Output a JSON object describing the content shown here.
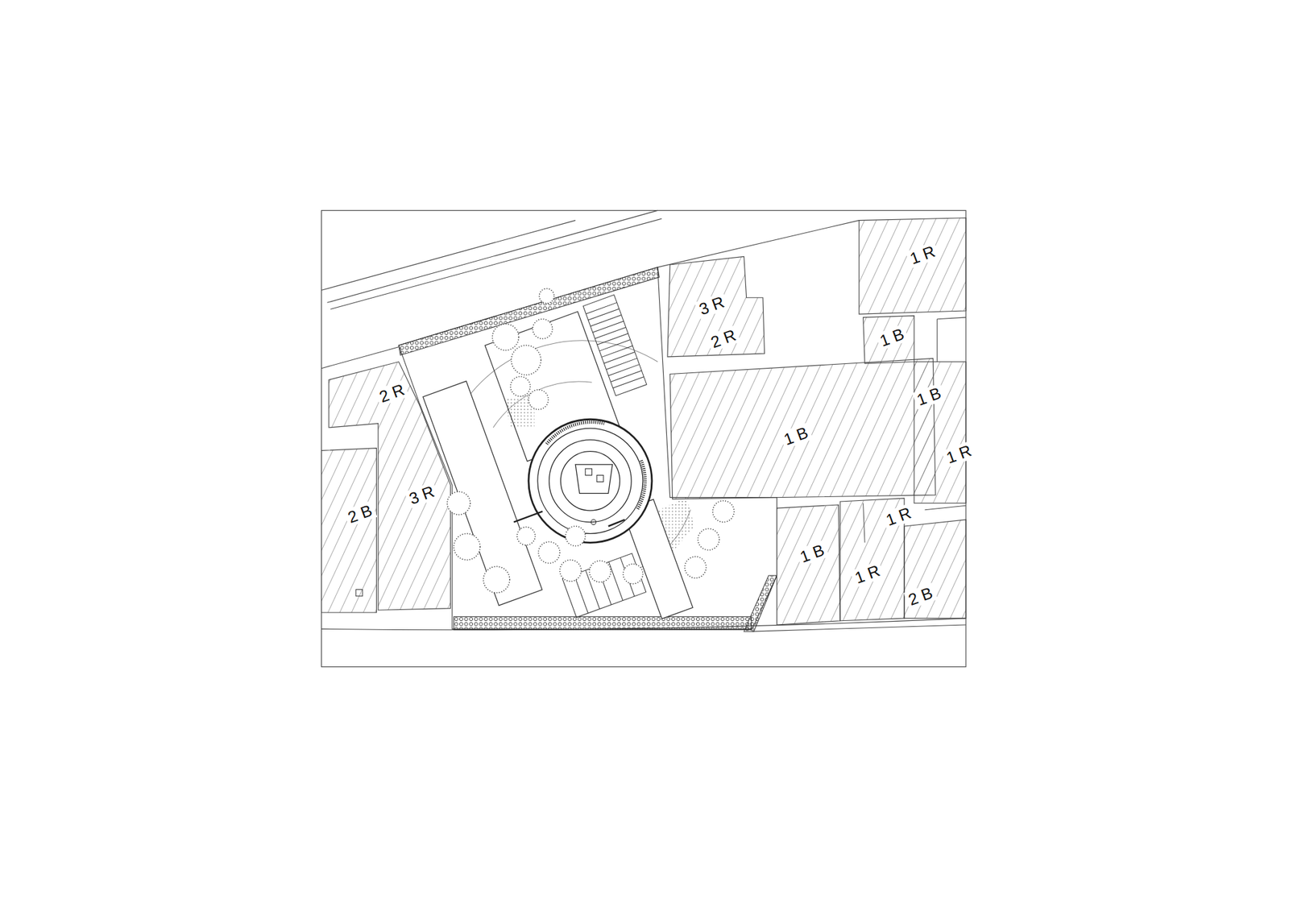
{
  "diagram": {
    "labels": [
      "1 R",
      "3 R",
      "2 R",
      "1 B",
      "2 R",
      "1 B",
      "1 B",
      "1 R",
      "3 R",
      "2 B",
      "1 R",
      "1 B",
      "1 R",
      "2 B"
    ]
  }
}
